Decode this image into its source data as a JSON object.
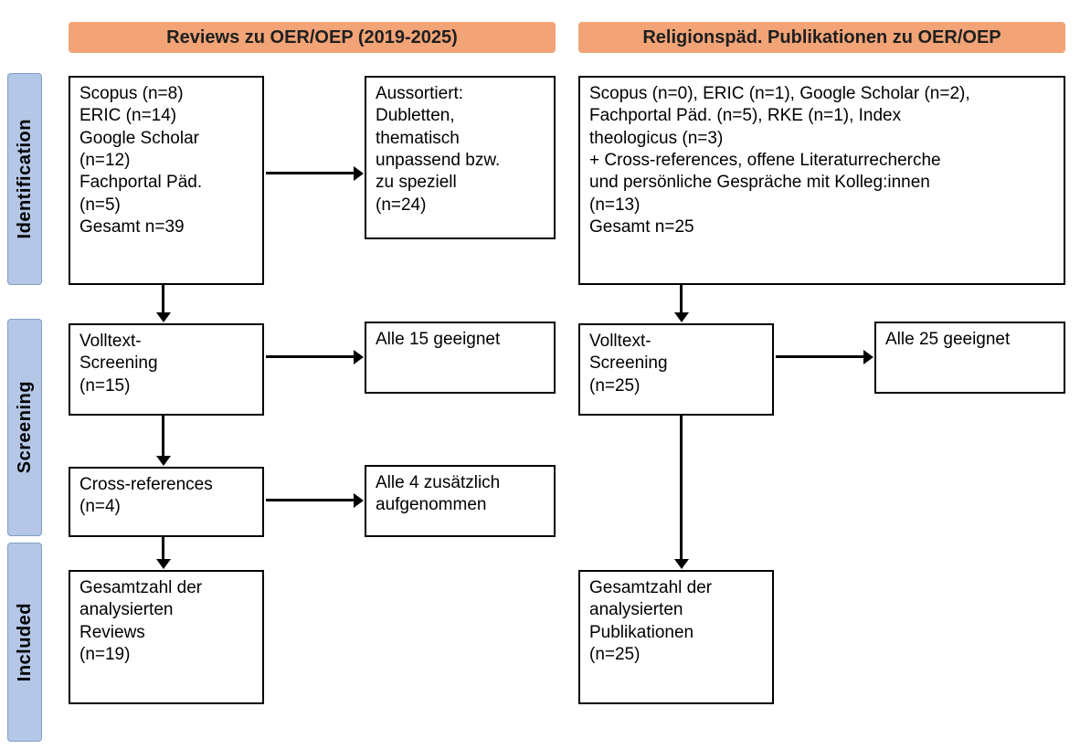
{
  "colors": {
    "header_bg": "#f2a477",
    "stage_bg": "#b4c7e7",
    "box_border": "#000000",
    "arrow": "#000000",
    "background": "#ffffff"
  },
  "headers": {
    "left": "Reviews zu OER/OEP (2019-2025)",
    "right": "Religionspäd. Publikationen zu OER/OEP"
  },
  "stages": {
    "identification": "Identification",
    "screening": "Screening",
    "included": "Included"
  },
  "boxes": {
    "left_sources": "Scopus (n=8)\nERIC (n=14)\nGoogle Scholar\n(n=12)\nFachportal Päd.\n(n=5)\nGesamt n=39",
    "excluded": "Aussortiert:\nDubletten,\nthematisch\nunpassend bzw.\nzu speziell\n(n=24)",
    "fulltext_left": "Volltext-\nScreening\n(n=15)",
    "eligible_left": "Alle 15 geeignet",
    "crossrefs": "Cross-references\n(n=4)",
    "crossrefs_added": "Alle 4 zusätzlich\naufgenommen",
    "total_left": "Gesamtzahl der\nanalysierten\nReviews\n(n=19)",
    "right_sources": "Scopus (n=0), ERIC (n=1), Google Scholar (n=2),\nFachportal Päd. (n=5), RKE (n=1), Index\ntheologicus (n=3)\n+ Cross-references, offene Literaturrecherche\nund persönliche Gespräche mit Kolleg:innen\n(n=13)\nGesamt n=25",
    "fulltext_right": "Volltext-\nScreening\n(n=25)",
    "eligible_right": "Alle 25 geeignet",
    "total_right": "Gesamtzahl der\nanalysierten\nPublikationen\n(n=25)"
  }
}
